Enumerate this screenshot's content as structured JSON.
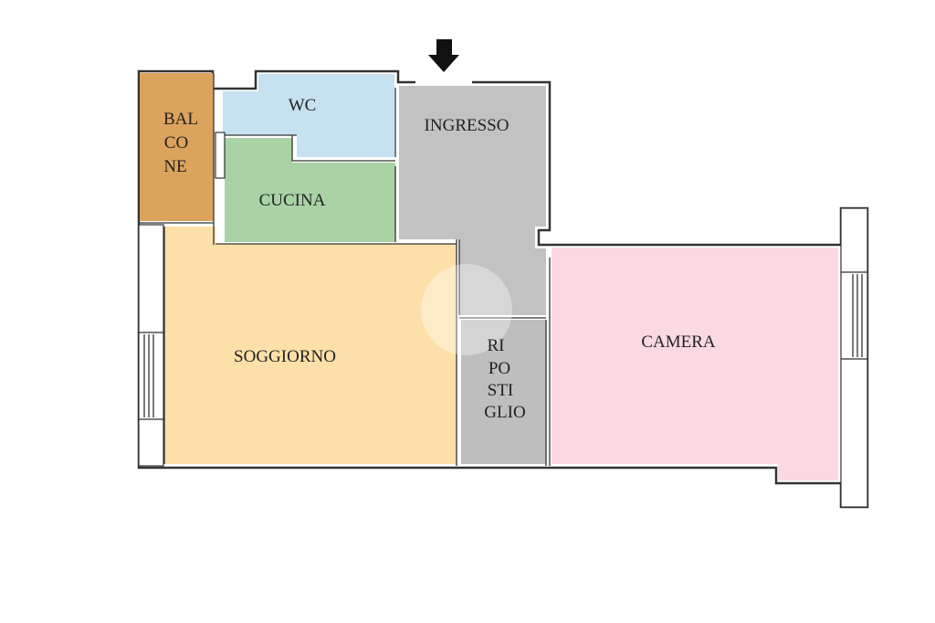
{
  "floorplan": {
    "colors": {
      "balcone": "#dba35c",
      "wc": "#c6e1ef",
      "cucina": "#a9d3a5",
      "ingresso": "#c2c2c2",
      "soggiorno": "#fde0a9",
      "ripostiglio": "#bebebe",
      "camera": "#fbd9e3",
      "wall": "#333333",
      "window": "#ffffff"
    },
    "rooms": {
      "balcone": {
        "lines": [
          "BAL",
          "CO",
          "NE"
        ]
      },
      "wc": {
        "label": "WC"
      },
      "cucina": {
        "label": "CUCINA"
      },
      "ingresso": {
        "label": "INGRESSO"
      },
      "soggiorno": {
        "label": "SOGGIORNO"
      },
      "ripostiglio": {
        "lines": [
          "RI",
          "PO",
          "STI",
          "GLIO"
        ]
      },
      "camera": {
        "label": "CAMERA"
      }
    },
    "entrance_marker": "arrow-down-icon"
  }
}
